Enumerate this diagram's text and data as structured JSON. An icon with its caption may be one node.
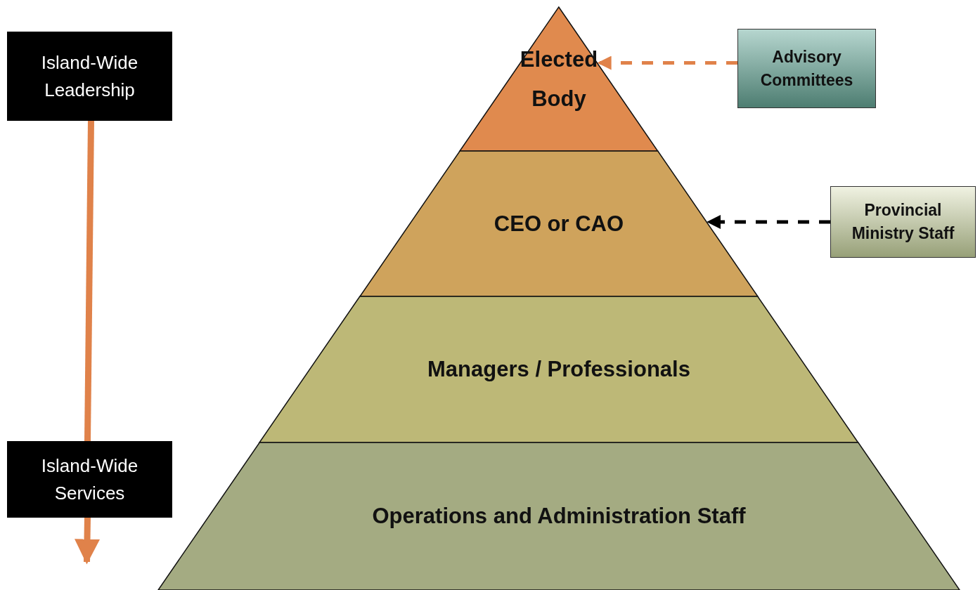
{
  "diagram": {
    "nodes": [
      {
        "text": [
          "Island-Wide Leadership"
        ]
      },
      {
        "text": [
          "Island-Wide Services"
        ]
      },
      {
        "text": [
          "Elected Body"
        ]
      },
      {
        "text": [
          "CEO or CAO"
        ]
      },
      {
        "text": [
          "Managers / Professionals"
        ]
      },
      {
        "text": [
          "Operations and Administration Staff"
        ]
      },
      {
        "text": [
          "Advisory Committees"
        ]
      },
      {
        "text": [
          "Provincial Ministry Staff"
        ]
      }
    ],
    "edges": [
      {
        "from": 0,
        "to": 1,
        "arrow": "none",
        "style": "thick"
      },
      {
        "from": 1,
        "to": null,
        "arrow": "to",
        "style": "thick"
      },
      {
        "from": 6,
        "to": 2,
        "arrow": "to",
        "style": "dashed"
      },
      {
        "from": 7,
        "to": 3,
        "arrow": "to",
        "style": "dashed",
        "color": "#000000"
      }
    ]
  }
}
